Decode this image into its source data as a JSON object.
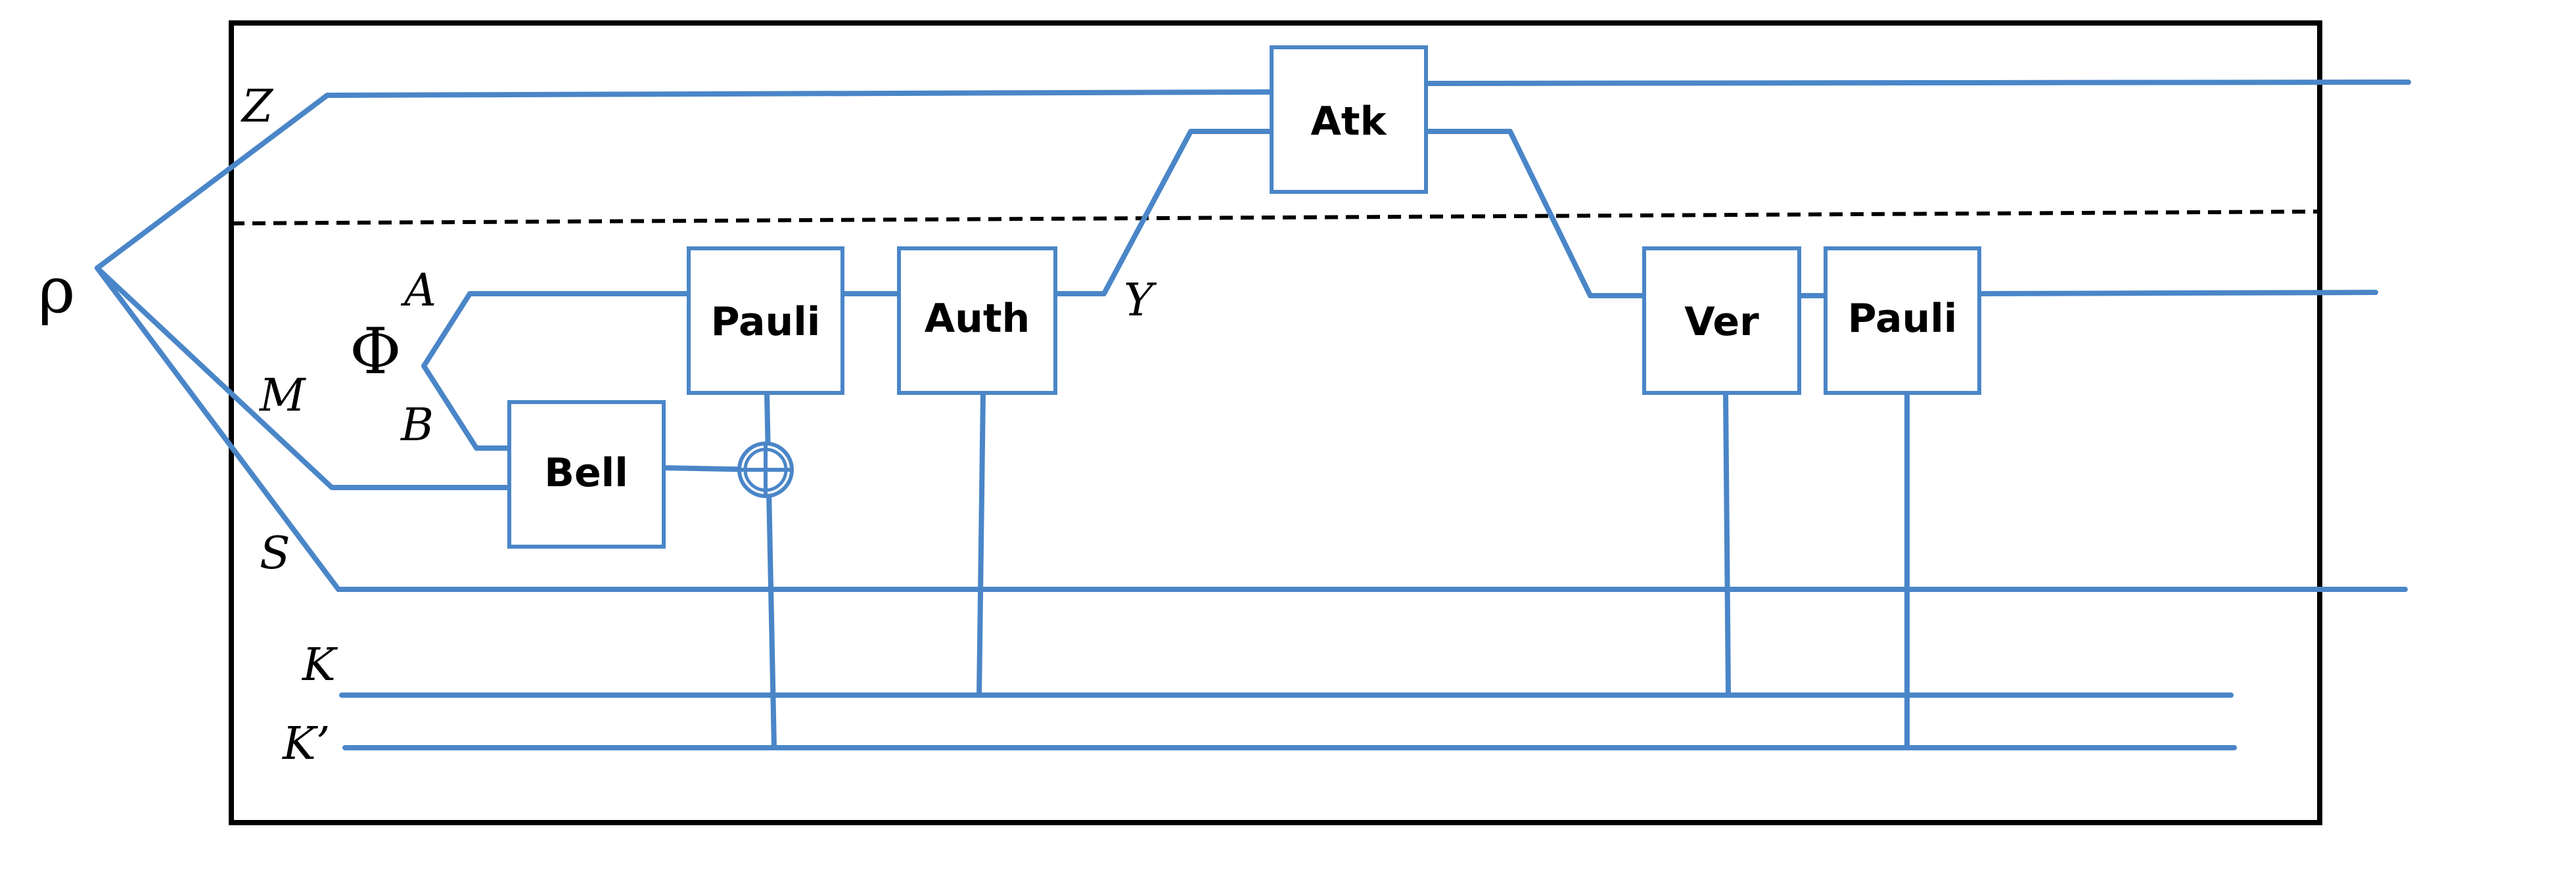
{
  "state": "ρ",
  "epr_pair": "Φ",
  "registers": {
    "Z": "Z",
    "A": "A",
    "B": "B",
    "M": "M",
    "S": "S",
    "K": "K",
    "Kprime": "K’",
    "Y": "Y"
  },
  "gates": {
    "atk": "Atk",
    "pauli_enc": "Pauli",
    "auth": "Auth",
    "bell": "Bell",
    "ver": "Ver",
    "pauli_dec": "Pauli"
  },
  "colors": {
    "wire": "#4a86c8",
    "frame": "#000000"
  }
}
